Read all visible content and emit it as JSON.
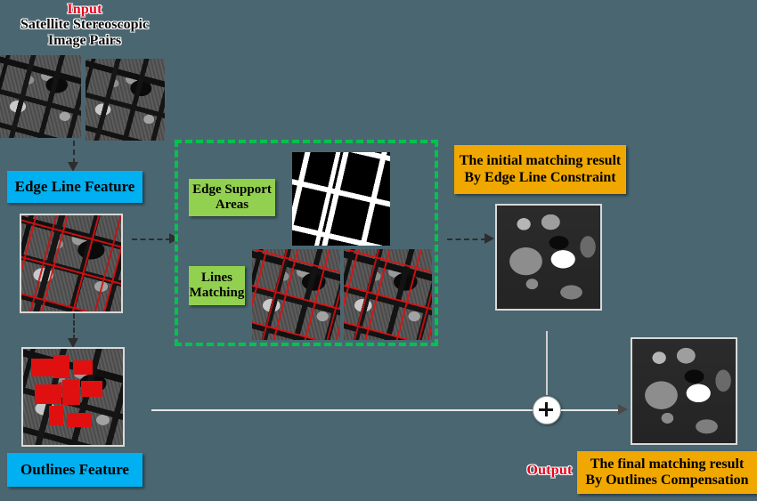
{
  "diagram": {
    "background_color": "#4a6771",
    "title_input": "Input",
    "title_subtitle": "Satellite Stereoscopic\nImage Pairs",
    "title_output": "Output"
  },
  "labels": {
    "edge_line_feature": "Edge Line Feature",
    "outlines_feature": "Outlines Feature",
    "edge_support_areas": "Edge Support\nAreas",
    "lines_matching": "Lines\nMatching",
    "initial_result": "The initial matching result\nBy Edge Line Constraint",
    "final_result": "The final matching result\nBy Outlines Compensation",
    "sum_symbol": "+"
  },
  "colors": {
    "cyan_box": "#00b0f0",
    "green_box": "#92d050",
    "orange_box": "#f0a800",
    "dashed_border": "#00c24c",
    "red_text": "#e8001c",
    "red_overlay": "#e01010"
  },
  "images": {
    "stereo_left": "satellite-stereo-left-image",
    "stereo_right": "satellite-stereo-right-image",
    "edge_line_overlay": "edge-line-feature-image",
    "outlines_overlay": "outlines-feature-image",
    "edge_support_mask": "edge-support-areas-binary-mask",
    "lines_matching_left": "lines-matching-left-image",
    "lines_matching_right": "lines-matching-right-image",
    "initial_disparity": "initial-matching-result-disparity-map",
    "final_disparity": "final-matching-result-disparity-map"
  }
}
